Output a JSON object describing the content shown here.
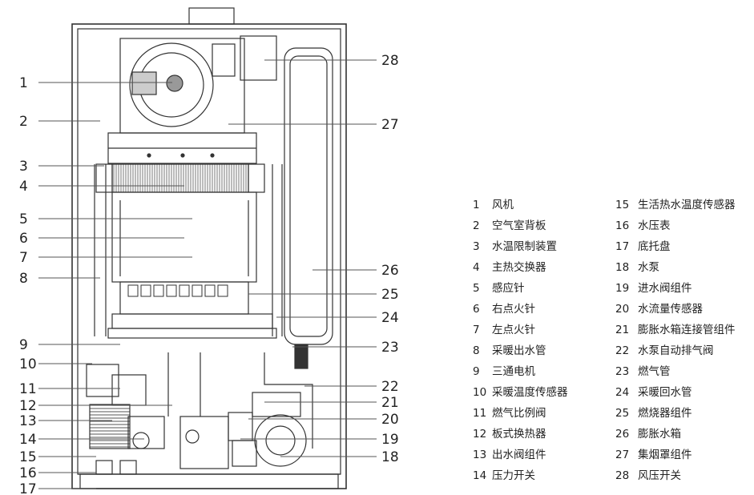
{
  "callouts": [
    {
      "n": "1"
    },
    {
      "n": "2"
    },
    {
      "n": "3"
    },
    {
      "n": "4"
    },
    {
      "n": "5"
    },
    {
      "n": "6"
    },
    {
      "n": "7"
    },
    {
      "n": "8"
    },
    {
      "n": "9"
    },
    {
      "n": "10"
    },
    {
      "n": "11"
    },
    {
      "n": "12"
    },
    {
      "n": "13"
    },
    {
      "n": "14"
    },
    {
      "n": "15"
    },
    {
      "n": "16"
    },
    {
      "n": "17"
    },
    {
      "n": "18"
    },
    {
      "n": "19"
    },
    {
      "n": "20"
    },
    {
      "n": "21"
    },
    {
      "n": "22"
    },
    {
      "n": "23"
    },
    {
      "n": "24"
    },
    {
      "n": "25"
    },
    {
      "n": "26"
    },
    {
      "n": "27"
    },
    {
      "n": "28"
    }
  ],
  "legend": [
    {
      "num": "1",
      "label": "风机"
    },
    {
      "num": "2",
      "label": "空气室背板"
    },
    {
      "num": "3",
      "label": "水温限制装置"
    },
    {
      "num": "4",
      "label": "主热交换器"
    },
    {
      "num": "5",
      "label": "感应针"
    },
    {
      "num": "6",
      "label": "右点火针"
    },
    {
      "num": "7",
      "label": "左点火针"
    },
    {
      "num": "8",
      "label": "采暖出水管"
    },
    {
      "num": "9",
      "label": "三通电机"
    },
    {
      "num": "10",
      "label": "采暖温度传感器"
    },
    {
      "num": "11",
      "label": "燃气比例阀"
    },
    {
      "num": "12",
      "label": "板式换热器"
    },
    {
      "num": "13",
      "label": "出水阀组件"
    },
    {
      "num": "14",
      "label": "压力开关"
    },
    {
      "num": "15",
      "label": "生活热水温度传感器"
    },
    {
      "num": "16",
      "label": "水压表"
    },
    {
      "num": "17",
      "label": "底托盘"
    },
    {
      "num": "18",
      "label": "水泵"
    },
    {
      "num": "19",
      "label": "进水阀组件"
    },
    {
      "num": "20",
      "label": "水流量传感器"
    },
    {
      "num": "21",
      "label": "膨胀水箱连接管组件"
    },
    {
      "num": "22",
      "label": "水泵自动排气阀"
    },
    {
      "num": "23",
      "label": "燃气管"
    },
    {
      "num": "24",
      "label": "采暖回水管"
    },
    {
      "num": "25",
      "label": "燃烧器组件"
    },
    {
      "num": "26",
      "label": "膨胀水箱"
    },
    {
      "num": "27",
      "label": "集烟罩组件"
    },
    {
      "num": "28",
      "label": "风压开关"
    }
  ]
}
